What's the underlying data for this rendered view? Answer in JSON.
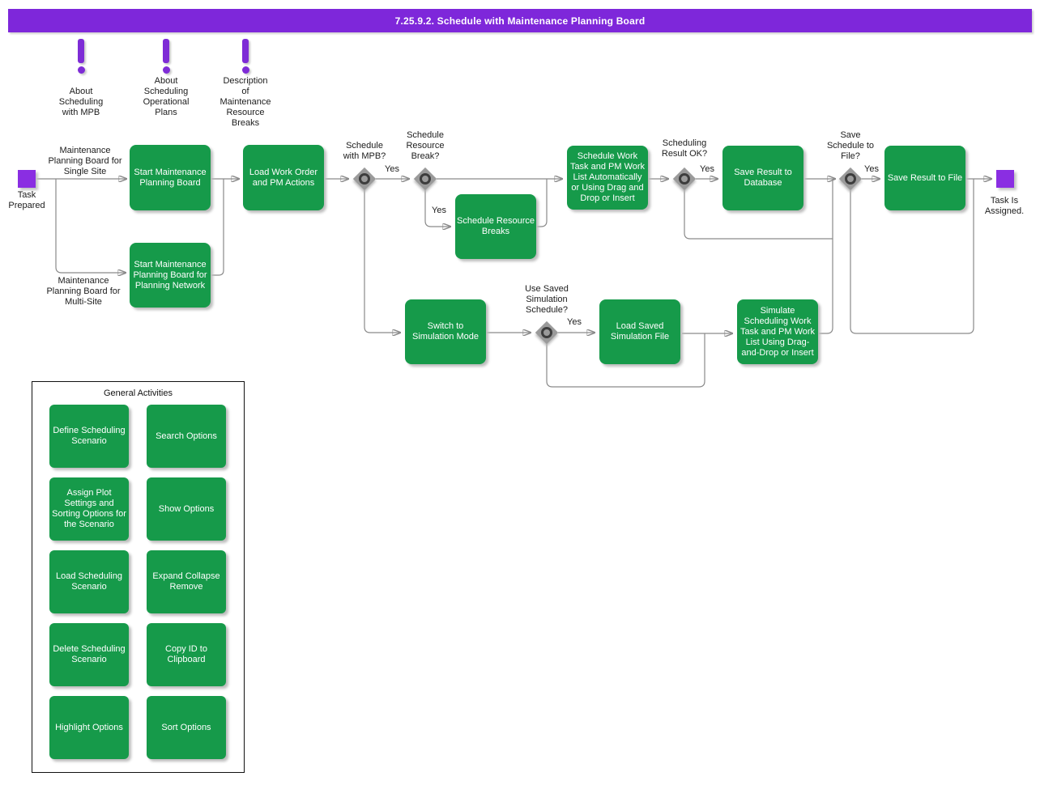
{
  "title": "7.25.9.2. Schedule with Maintenance Planning Board",
  "notes": [
    {
      "label": "About Scheduling with MPB"
    },
    {
      "label": "About Scheduling Operational Plans"
    },
    {
      "label": "Description of Maintenance Resource Breaks"
    }
  ],
  "flow": {
    "start_label": "Task Prepared",
    "end_label": "Task Is Assigned.",
    "edge_yes": "Yes",
    "branches": {
      "single_site": "Maintenance Planning Board for Single Site",
      "multi_site": "Maintenance Planning Board for Multi-Site"
    },
    "activities": {
      "start_mpb": "Start Maintenance Planning Board",
      "start_mpb_network": "Start Maintenance Planning Board for Planning Network",
      "load_work_order": "Load Work Order and PM Actions",
      "schedule_resource_breaks": "Schedule Resource Breaks",
      "schedule_work_task": "Schedule Work Task and PM Work List Automatically or Using Drag and Drop or Insert",
      "save_result_db": "Save Result to Database",
      "save_result_file": "Save Result to File",
      "switch_sim": "Switch to Simulation Mode",
      "load_saved_sim": "Load Saved Simulation File",
      "simulate": "Simulate Scheduling Work Task and PM Work List Using Drag-and-Drop or Insert"
    },
    "decisions": {
      "schedule_with_mpb": "Schedule with MPB?",
      "schedule_resource_break": "Schedule Resource Break?",
      "scheduling_result_ok": "Scheduling Result OK?",
      "save_schedule_to_file": "Save Schedule to File?",
      "use_saved_sim": "Use Saved Simulation Schedule?"
    }
  },
  "general_activities": {
    "title": "General Activities",
    "buttons": [
      {
        "label": "Define Scheduling Scenario"
      },
      {
        "label": "Search Options"
      },
      {
        "label": "Assign Plot Settings and Sorting Options for the Scenario"
      },
      {
        "label": "Show Options"
      },
      {
        "label": "Load Scheduling Scenario"
      },
      {
        "label": "Expand Collapse Remove"
      },
      {
        "label": "Delete Scheduling Scenario"
      },
      {
        "label": "Copy ID to Clipboard"
      },
      {
        "label": "Highlight Options"
      },
      {
        "label": "Sort Options"
      }
    ]
  },
  "colors": {
    "banner_purple": "#7E27DA",
    "marker_purple": "#8A2EE2",
    "activity_green": "#169A4A",
    "decision_gray": "#9A9A9A",
    "connector_gray": "#8A8A8A"
  }
}
